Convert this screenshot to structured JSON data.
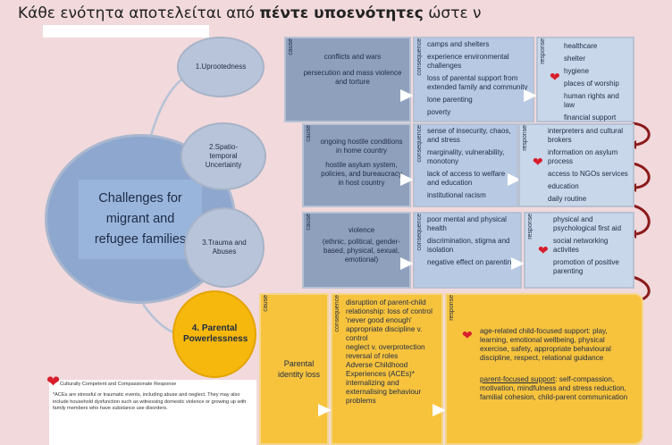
{
  "top_text": {
    "before": "Κάθε ενότητα αποτελείται από ",
    "bold": "πέντε υποενότητες",
    "after": " ώστε ν"
  },
  "hub": {
    "label": "Challenges for migrant and refugee families"
  },
  "labels": {
    "cause": "cause",
    "consequence": "consequence",
    "response": "response"
  },
  "rows": [
    {
      "title": "1.Uprootedness",
      "cause": [
        "conflicts and wars",
        "persecution and mass violence and torture"
      ],
      "consequence": [
        "camps and shelters",
        "experience environmental challenges",
        "loss of parental support from extended family and community",
        "lone parenting",
        "poverty"
      ],
      "response": [
        "healthcare",
        "shelter",
        "hygiene",
        "places of worship",
        "human rights and law",
        "financial support"
      ]
    },
    {
      "title": "2.Spatio-temporal Uncertainty",
      "cause": [
        "ongoing hostile conditions in home country",
        "hostile asylum system, policies, and bureaucracy in host country"
      ],
      "consequence": [
        "sense of insecurity, chaos, and stress",
        "marginality, vulnerability, monotony",
        "lack of access to welfare and education",
        "institutional racism"
      ],
      "response": [
        "interpreters and cultural brokers",
        "information on asylum process",
        "access to NGOs services",
        "education",
        "daily routine"
      ]
    },
    {
      "title": "3.Trauma and Abuses",
      "cause": [
        "violence",
        "(ethnic, political, gender-based, physical, sexual, emotional)"
      ],
      "consequence": [
        "poor mental and physical health",
        "discrimination, stigma and isolation",
        "negative effect on parenting"
      ],
      "response": [
        "physical and psychological first aid",
        "social networking activites",
        "promotion of positive parenting"
      ]
    }
  ],
  "row4": {
    "title": "4. Parental Powerlessness",
    "cause": "Parental identity loss",
    "consequence": [
      "disruption of parent-child relationship: loss of control",
      "'never good enough'",
      "appropriate discipline v. control",
      "neglect v. overprotection",
      "reversal of roles",
      "Adverse Childhood Experiences (ACEs)*",
      "internalizing and externalising behaviour problems"
    ],
    "response_child": "age-related child-focused support: play, learning, emotional wellbeing, physical exercise, safety, appropriate behavioural discipline, respect, relational guidance",
    "response_parent_head": "parent-focused support",
    "response_parent_rest": ": self-compassion, motivation, mindfulness and stress reduction, familial cohesion, child-parent communication"
  },
  "legend": {
    "title": "Culturally Competent and Compassionate Response",
    "note": "*ACEs are stressful or traumatic events, including abuse and neglect. They may also include household dysfunction such as witnessing domestic violence or growing up with family members who have substance use disorders."
  },
  "colors": {
    "background": "#f1d9dc",
    "hub": "#8ea7cf",
    "accent": "#f6b80d",
    "heart": "#d81e2c",
    "curve": "#8b1a1a"
  },
  "icons": [
    "heart-icon",
    "arrow-right-icon",
    "curved-arrow-icon"
  ]
}
